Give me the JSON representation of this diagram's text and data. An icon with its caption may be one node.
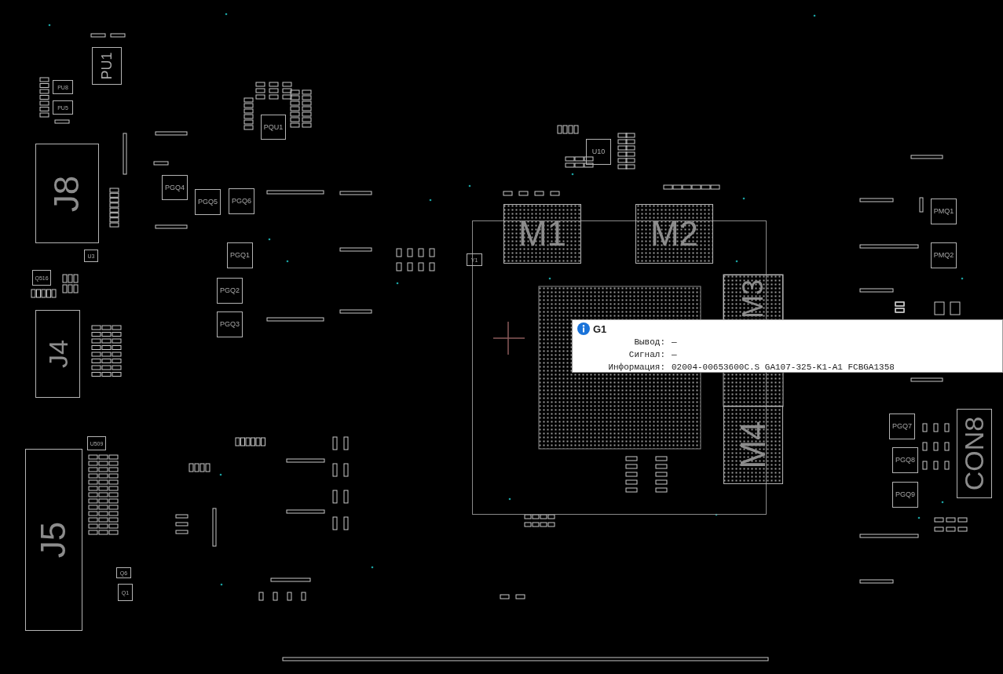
{
  "diagram": {
    "nodes": [
      {
        "text": [
          "PU1"
        ]
      },
      {
        "text": [
          "PU8"
        ]
      },
      {
        "text": [
          "PU5"
        ]
      },
      {
        "text": [
          "J8"
        ]
      },
      {
        "text": [
          "U3"
        ]
      },
      {
        "text": [
          "Q516"
        ]
      },
      {
        "text": [
          "J4"
        ]
      },
      {
        "text": [
          "U509"
        ]
      },
      {
        "text": [
          "J5"
        ]
      },
      {
        "text": [
          "Q6"
        ]
      },
      {
        "text": [
          "Q1"
        ]
      },
      {
        "text": [
          "PGQ4"
        ]
      },
      {
        "text": [
          "PGQ5"
        ]
      },
      {
        "text": [
          "PGQ6"
        ]
      },
      {
        "text": [
          "PQU1"
        ]
      },
      {
        "text": [
          "PGQ1"
        ]
      },
      {
        "text": [
          "PGQ2"
        ]
      },
      {
        "text": [
          "PGQ3"
        ]
      },
      {
        "text": [
          "U10"
        ]
      },
      {
        "text": [],
        "shape": "box"
      },
      {
        "text": [
          "M1"
        ]
      },
      {
        "text": [
          "M2"
        ]
      },
      {
        "text": [
          "Y1"
        ]
      },
      {
        "text": [
          "M3"
        ]
      },
      {
        "text": [
          "M4"
        ]
      },
      {
        "text": [
          "PMQ1"
        ]
      },
      {
        "text": [
          "PMQ2"
        ]
      },
      {
        "text": [
          "PGQ7"
        ]
      },
      {
        "text": [
          "PGQ8"
        ]
      },
      {
        "text": [
          "PGQ9"
        ]
      },
      {
        "text": [
          "CON8"
        ]
      },
      {
        "text": [
          "G1",
          "Вывод:",
          "—",
          "Сигнал:",
          "—",
          "Информация:",
          "02004-00653600C.S GA107-325-K1-A1 FCBGA1358"
        ]
      }
    ]
  }
}
